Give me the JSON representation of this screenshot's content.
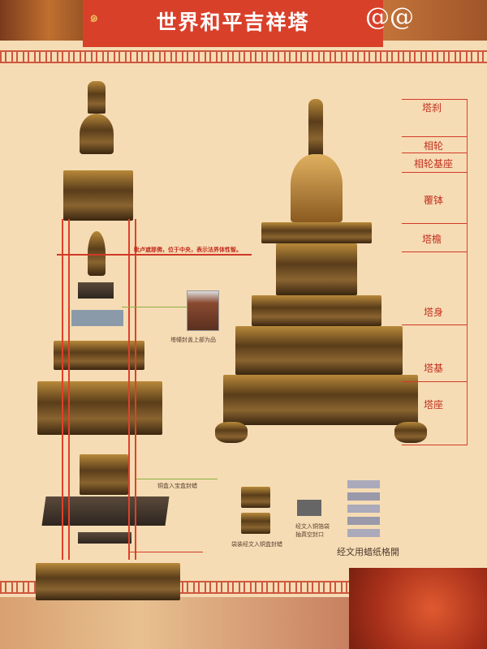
{
  "header": {
    "title": "世界和平吉祥塔"
  },
  "right_labels": [
    "塔刹",
    "相轮",
    "相轮基座",
    "覆钵",
    "塔檐",
    "塔身",
    "塔基",
    "塔座"
  ],
  "captions": {
    "vairocana": "毗卢遮那佛，位于中央，表示法界体性智。",
    "top_box": "塔幢封盖上部为品",
    "copper_box": "铜盒入宝盒封蜡",
    "bagged_scripture": "袋装经文入铜盒封蜡",
    "foil_bag": "经文入铜箔袋 抽真空封口",
    "wax_paper": "经文用蜡纸格開"
  },
  "colors": {
    "accent": "#d9402a",
    "background": "#f6dcb4"
  }
}
